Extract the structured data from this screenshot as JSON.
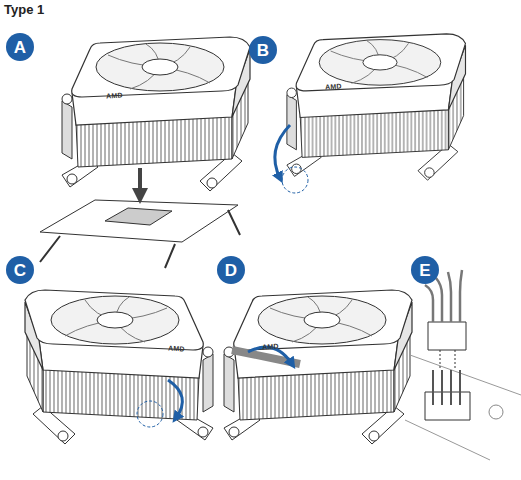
{
  "diagram": {
    "title": "Type 1",
    "nodes": [
      {
        "text": [
          "A"
        ]
      },
      {
        "text": [
          "B"
        ]
      },
      {
        "text": [
          "C"
        ]
      },
      {
        "text": [
          "D"
        ]
      },
      {
        "text": [
          "E"
        ]
      }
    ],
    "labels": [
      "AMD",
      "AMD",
      "AMD",
      "AMD"
    ]
  }
}
